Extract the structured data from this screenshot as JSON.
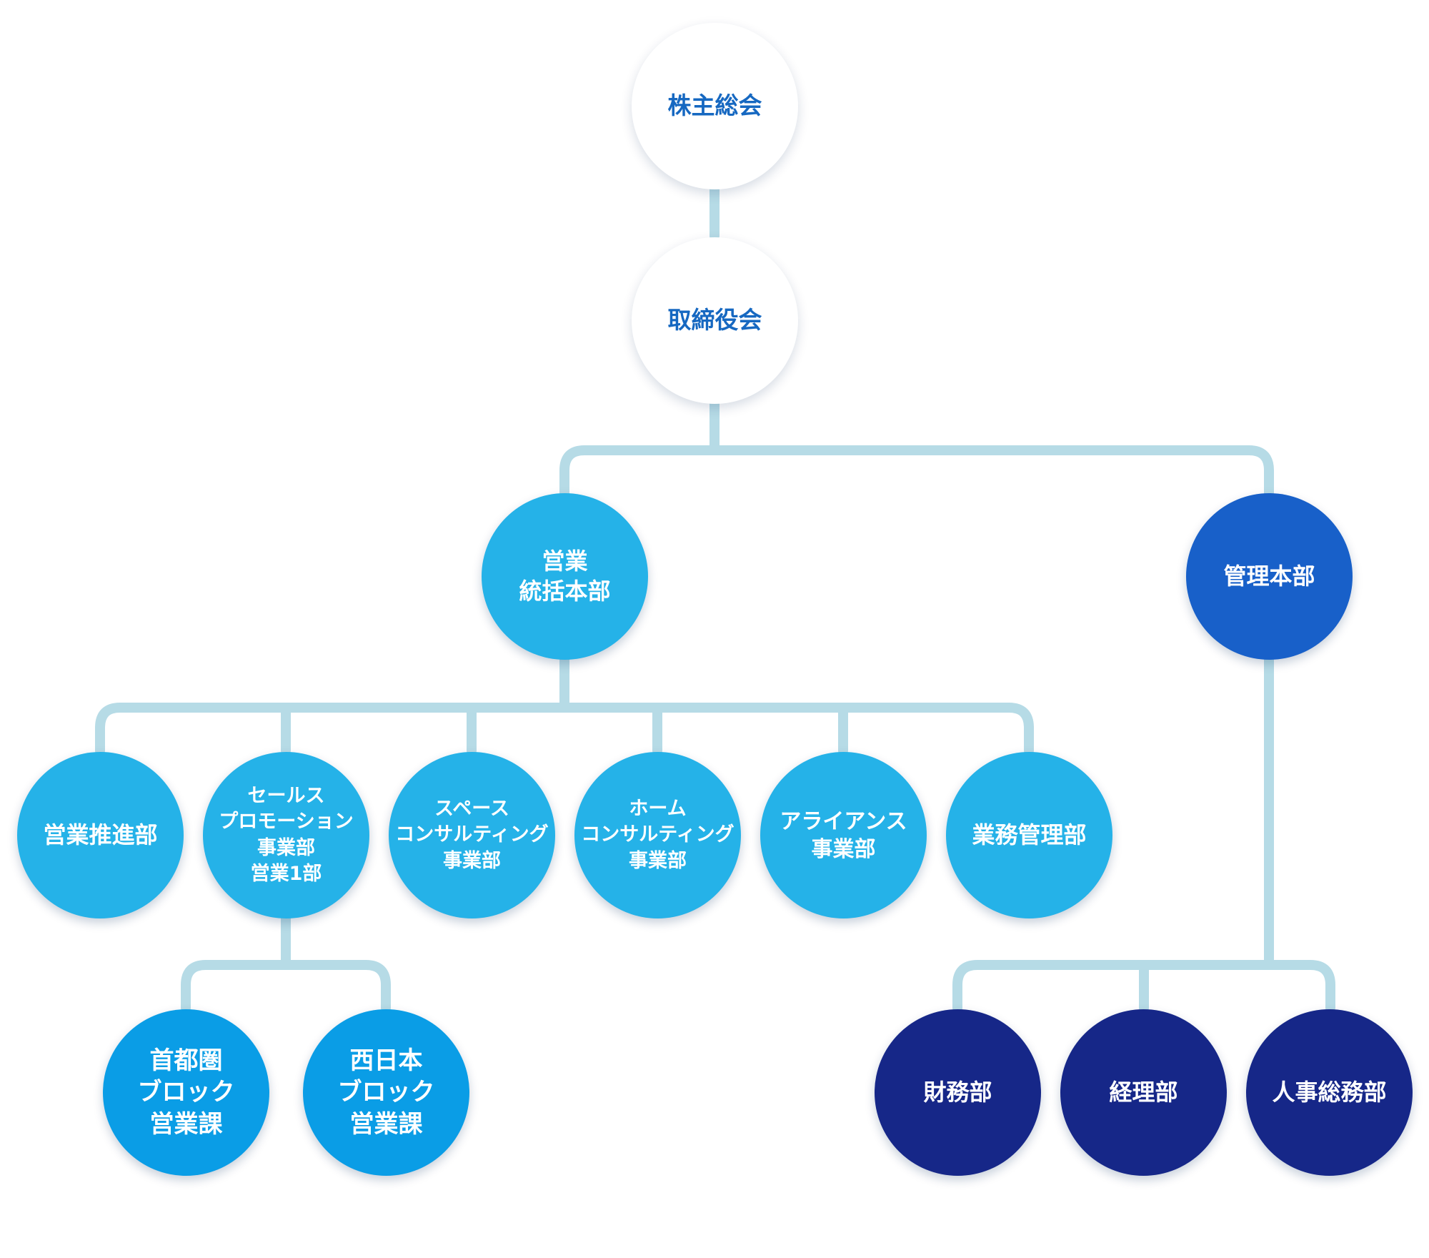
{
  "colors": {
    "connector": "#b6dbe6",
    "top_text": "#1668c1",
    "sales_light": "#25b2e8",
    "sales_sub": "#0a9de6",
    "admin_head": "#1860c9",
    "admin_dept": "#162788"
  },
  "nodes": {
    "shareholders": {
      "lines": [
        "株主総会"
      ]
    },
    "board": {
      "lines": [
        "取締役会"
      ]
    },
    "sales_hq": {
      "lines": [
        "営業",
        "統括本部"
      ]
    },
    "admin_hq": {
      "lines": [
        "管理本部"
      ]
    },
    "sales_promotion": {
      "lines": [
        "営業推進部"
      ]
    },
    "sales_promo_div": {
      "lines": [
        "セールス",
        "プロモーション",
        "事業部",
        "営業1部"
      ]
    },
    "space_consulting": {
      "lines": [
        "スペース",
        "コンサルティング",
        "事業部"
      ]
    },
    "home_consulting": {
      "lines": [
        "ホーム",
        "コンサルティング",
        "事業部"
      ]
    },
    "alliance": {
      "lines": [
        "アライアンス",
        "事業部"
      ]
    },
    "operations_mgmt": {
      "lines": [
        "業務管理部"
      ]
    },
    "tokyo_block": {
      "lines": [
        "首都圏",
        "ブロック",
        "営業課"
      ]
    },
    "west_block": {
      "lines": [
        "西日本",
        "ブロック",
        "営業課"
      ]
    },
    "finance": {
      "lines": [
        "財務部"
      ]
    },
    "accounting": {
      "lines": [
        "経理部"
      ]
    },
    "hr_general": {
      "lines": [
        "人事総務部"
      ]
    }
  }
}
